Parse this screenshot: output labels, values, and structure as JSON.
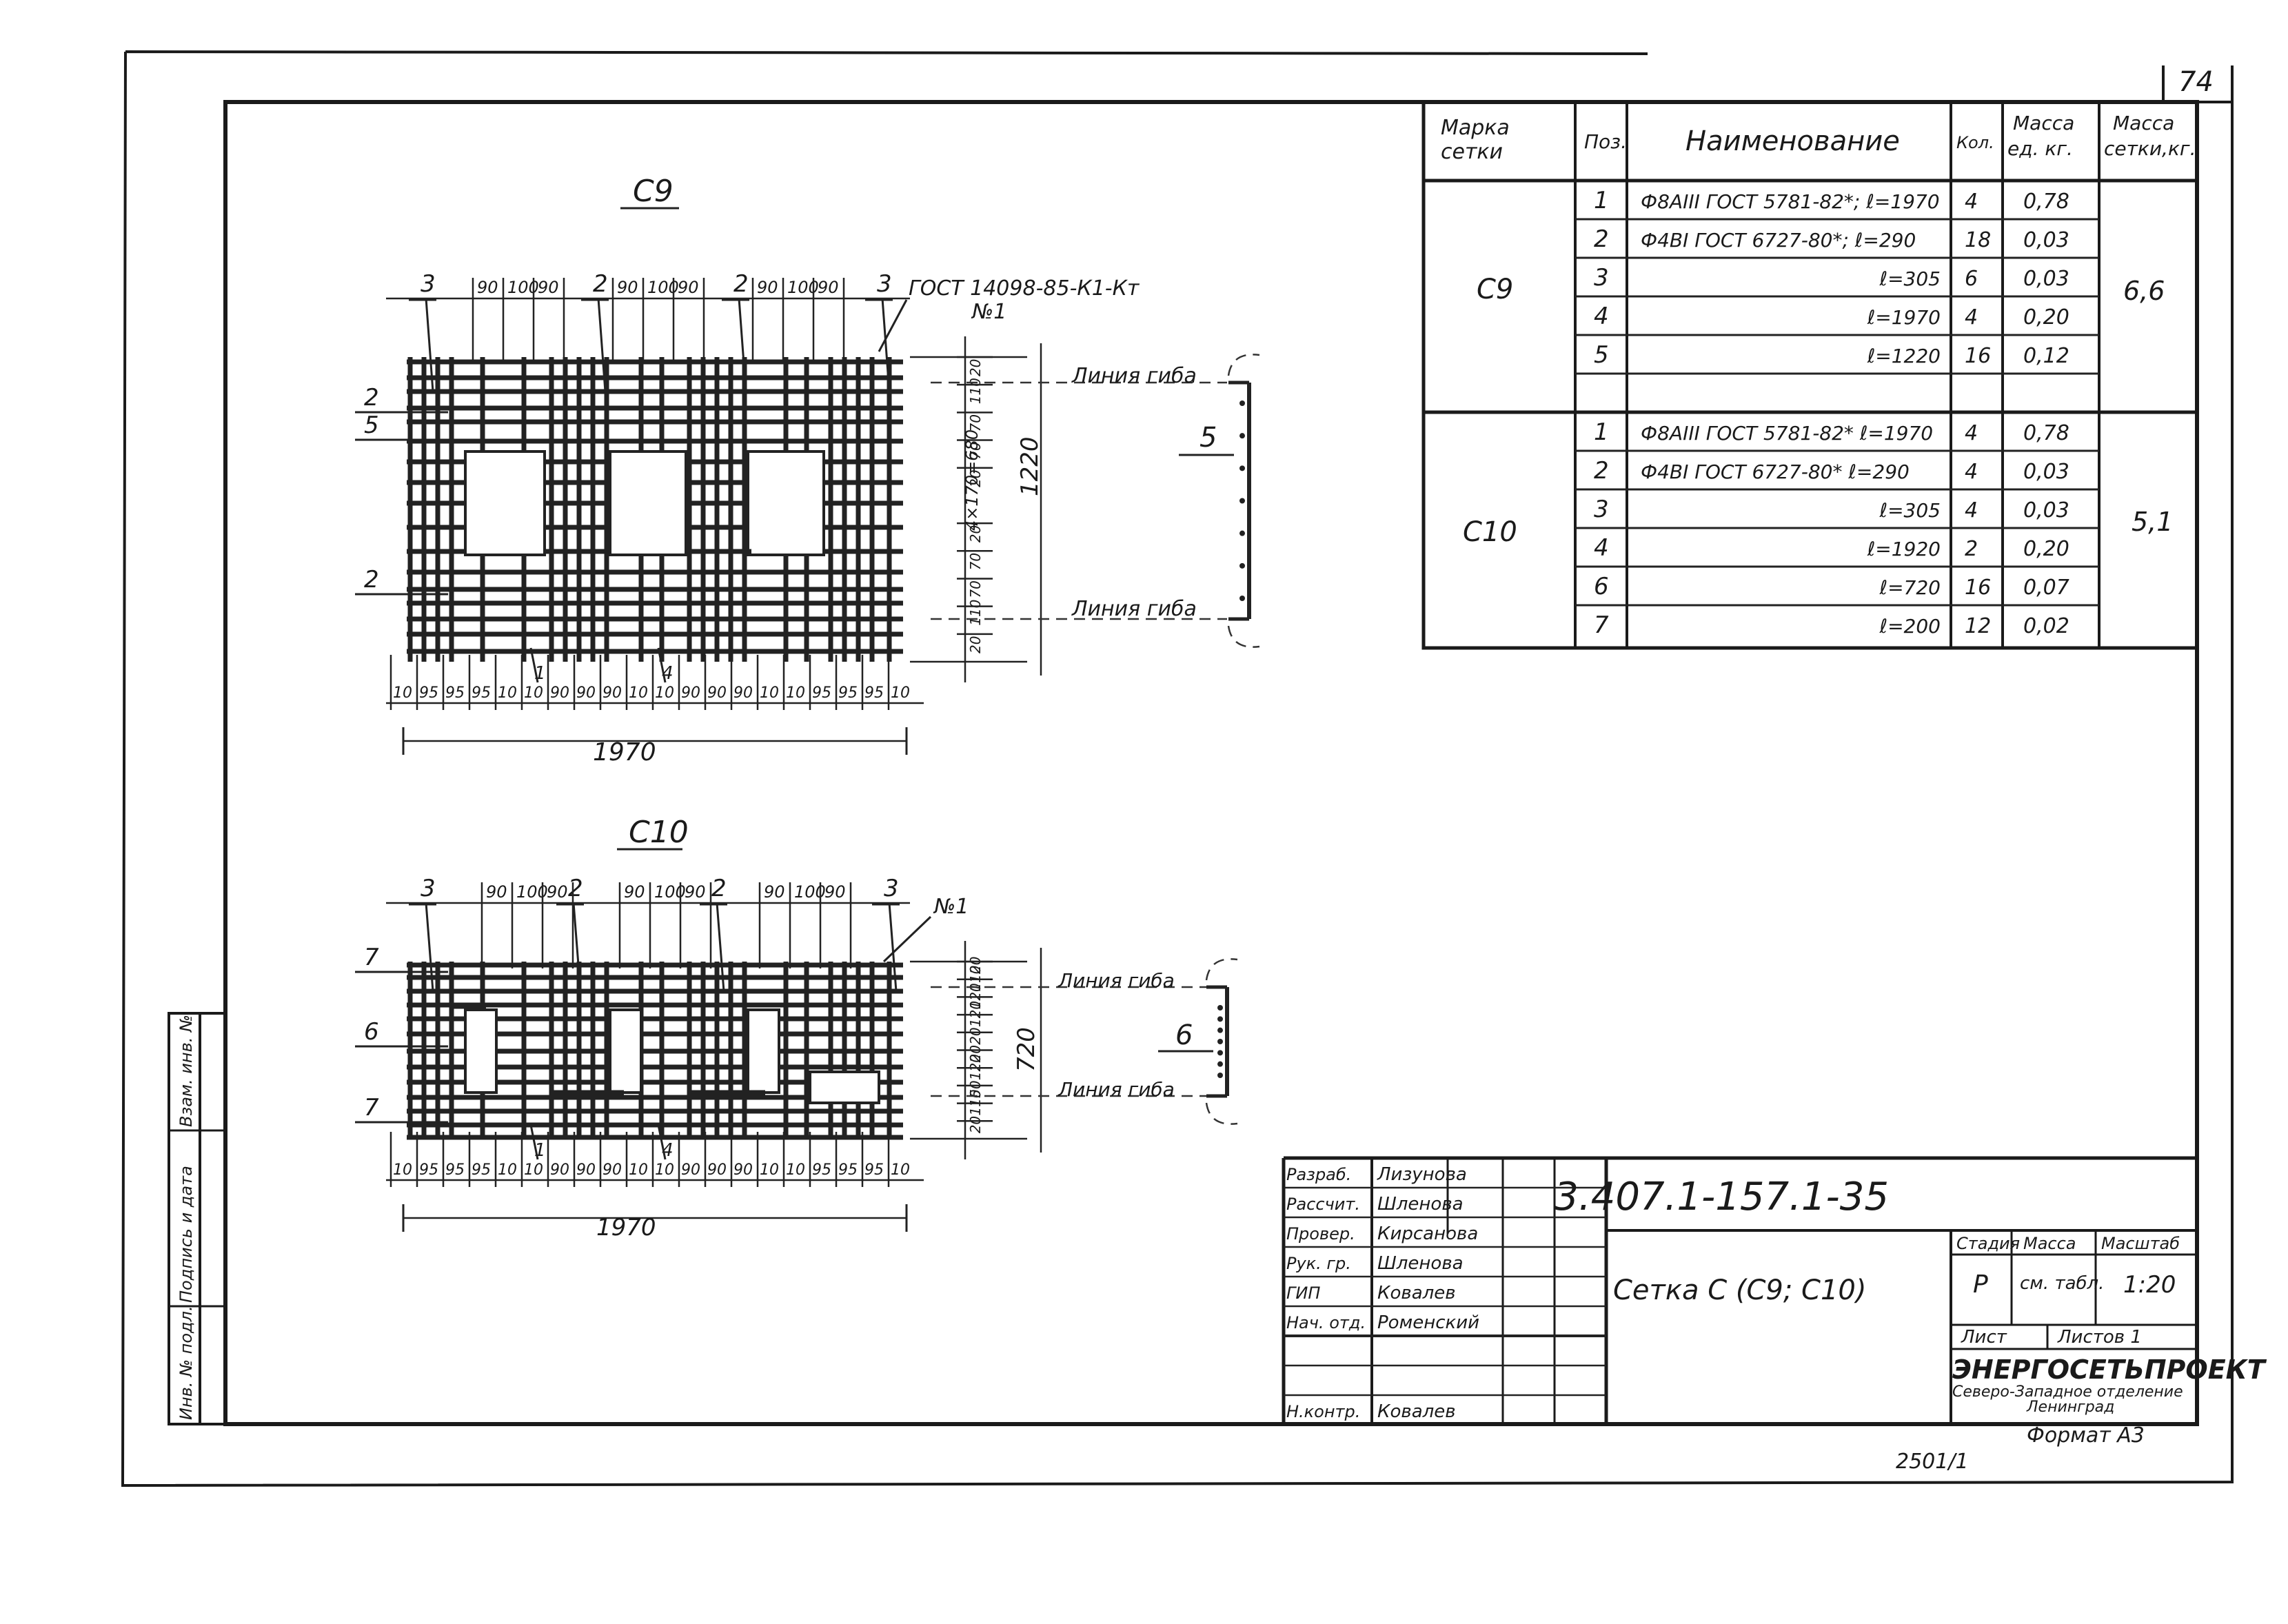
{
  "sheet": {
    "number": "74",
    "doc_code": "3.407.1-157.1-35",
    "title": "Сетка С (С9; С10)",
    "stage_label": "Стадия",
    "stage": "Р",
    "mass_label": "Масса",
    "mass": "см. табл.",
    "scale_label": "Масштаб",
    "scale": "1:20",
    "sheet_label": "Лист",
    "sheets_label": "Листов 1",
    "org": "ЭНЕРГОСЕТЬПРОЕКТ",
    "org_dept": "Северо-Западное отделение",
    "org_city": "Ленинград",
    "format": "Формат А3",
    "footer_code": "2501/1"
  },
  "side_stamp": [
    "Инв. № подл.",
    "Подпись и дата",
    "Взам. инв. №"
  ],
  "signatures": [
    {
      "role": "Разраб.",
      "name": "Лизунова"
    },
    {
      "role": "Рассчит.",
      "name": "Шленова"
    },
    {
      "role": "Провер.",
      "name": "Кирсанова"
    },
    {
      "role": "Рук. гр.",
      "name": "Шленова"
    },
    {
      "role": "ГИП",
      "name": "Ковалев"
    },
    {
      "role": "Нач. отд.",
      "name": "Роменский"
    },
    {
      "role": "",
      "name": ""
    },
    {
      "role": "",
      "name": ""
    },
    {
      "role": "Н.контр.",
      "name": "Ковалев"
    }
  ],
  "spec_table": {
    "headers": [
      "Марка сетки",
      "Поз.",
      "Наименование",
      "Кол.",
      "Масса ед. кг.",
      "Масса сетки, кг."
    ],
    "groups": [
      {
        "mark": "С9",
        "total_mass": "6,6",
        "rows": [
          {
            "pos": "1",
            "name": "Ф8АIII ГОСТ 5781-82*; ℓ=1970",
            "qty": "4",
            "mass": "0,78"
          },
          {
            "pos": "2",
            "name": "Ф4ВI ГОСТ 6727-80*; ℓ=290",
            "qty": "18",
            "mass": "0,03"
          },
          {
            "pos": "3",
            "name": "ℓ=305",
            "qty": "6",
            "mass": "0,03"
          },
          {
            "pos": "4",
            "name": "ℓ=1970",
            "qty": "4",
            "mass": "0,20"
          },
          {
            "pos": "5",
            "name": "ℓ=1220",
            "qty": "16",
            "mass": "0,12"
          },
          {
            "pos": "",
            "name": "",
            "qty": "",
            "mass": ""
          }
        ]
      },
      {
        "mark": "С10",
        "total_mass": "5,1",
        "rows": [
          {
            "pos": "1",
            "name": "Ф8АIII ГОСТ 5781-82* ℓ=1970",
            "qty": "4",
            "mass": "0,78"
          },
          {
            "pos": "2",
            "name": "Ф4ВI ГОСТ 6727-80* ℓ=290",
            "qty": "4",
            "mass": "0,03"
          },
          {
            "pos": "3",
            "name": "ℓ=305",
            "qty": "4",
            "mass": "0,03"
          },
          {
            "pos": "4",
            "name": "ℓ=1920",
            "qty": "2",
            "mass": "0,20"
          },
          {
            "pos": "6",
            "name": "ℓ=720",
            "qty": "16",
            "mass": "0,07"
          },
          {
            "pos": "7",
            "name": "ℓ=200",
            "qty": "12",
            "mass": "0,02"
          }
        ]
      }
    ]
  },
  "drawings": {
    "c9": {
      "title": "С9",
      "gost_note": "ГОСТ 14098-85-К1-Кт",
      "weld_note": "№1",
      "bend_line": "Линия гиба",
      "top_dims": [
        "90",
        "100",
        "90"
      ],
      "top_positions": [
        "3",
        "2",
        "2",
        "3"
      ],
      "left_positions": [
        "2",
        "5",
        "2"
      ],
      "section_label": "5",
      "bottom_positions": [
        "1",
        "4"
      ],
      "bottom_dims": [
        "10",
        "95",
        "95",
        "95",
        "10",
        "10",
        "90",
        "90",
        "90",
        "10",
        "10",
        "90",
        "90",
        "90",
        "10",
        "10",
        "95",
        "95",
        "95",
        "10"
      ],
      "overall_width": "1970",
      "right_dims": [
        "20",
        "110",
        "70",
        "70",
        "20",
        "4×170=680",
        "20",
        "70",
        "70",
        "110",
        "20"
      ],
      "overall_height": "1220"
    },
    "c10": {
      "title": "С10",
      "weld_note": "№1",
      "bend_line": "Линия гиба",
      "top_dims": [
        "90",
        "100",
        "90"
      ],
      "top_positions": [
        "3",
        "2",
        "2",
        "3"
      ],
      "left_positions": [
        "7",
        "6",
        "7"
      ],
      "section_label": "6",
      "bottom_positions": [
        "1",
        "4"
      ],
      "bottom_dims": [
        "10",
        "95",
        "95",
        "95",
        "10",
        "10",
        "90",
        "90",
        "90",
        "10",
        "10",
        "90",
        "90",
        "90",
        "10",
        "10",
        "95",
        "95",
        "95",
        "10"
      ],
      "overall_width": "1970",
      "right_dims": [
        "20",
        "110",
        "120",
        "120",
        "20",
        "20",
        "120",
        "50",
        "110",
        "20"
      ],
      "overall_height": "720"
    }
  }
}
